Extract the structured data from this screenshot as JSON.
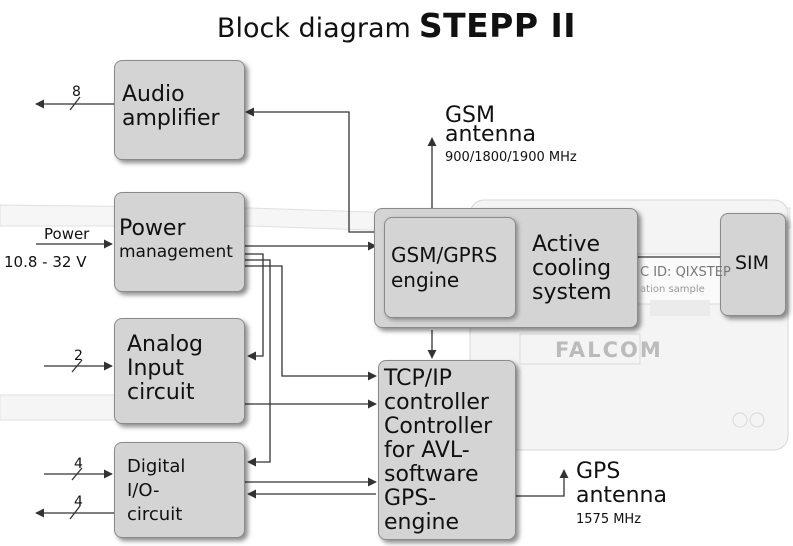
{
  "title": {
    "prefix": "Block diagram",
    "name": "STEPP II"
  },
  "blocks": {
    "audio": {
      "line1": "Audio",
      "line2": "amplifier"
    },
    "power": {
      "line1": "Power",
      "line2": "management"
    },
    "analog": {
      "line1": "Analog",
      "line2": "Input",
      "line3": "circuit"
    },
    "digital": {
      "line1": "Digital",
      "line2": "I/O-",
      "line3": "circuit"
    },
    "gsm_engine": {
      "line1": "GSM/GPRS",
      "line2": "engine"
    },
    "cooling": {
      "line1": "Active",
      "line2": "cooling",
      "line3": "system"
    },
    "sim": {
      "label": "SIM"
    },
    "controller": {
      "line1": "TCP/IP",
      "line2": "controller",
      "line3": "Controller",
      "line4": "for AVL-",
      "line5": "software",
      "line6": "GPS-",
      "line7": "engine"
    }
  },
  "signals": {
    "audio_bus": "8",
    "power_in": "Power",
    "power_range": "10.8 - 32 V",
    "analog_bus": "2",
    "digital_in_bus": "4",
    "digital_out_bus": "4"
  },
  "antennas": {
    "gsm": {
      "line1": "GSM",
      "line2": "antenna",
      "freq": "900/1800/1900 MHz"
    },
    "gps": {
      "line1": "GPS",
      "line2": "antenna",
      "freq": "1575 MHz"
    }
  },
  "background_photo": {
    "fcc_label": "C ID: QIXSTEP",
    "sample_label": "ation sample",
    "brand": "FALCOM"
  },
  "colors": {
    "block_fill": "#d4d4d4",
    "line": "#333333"
  }
}
